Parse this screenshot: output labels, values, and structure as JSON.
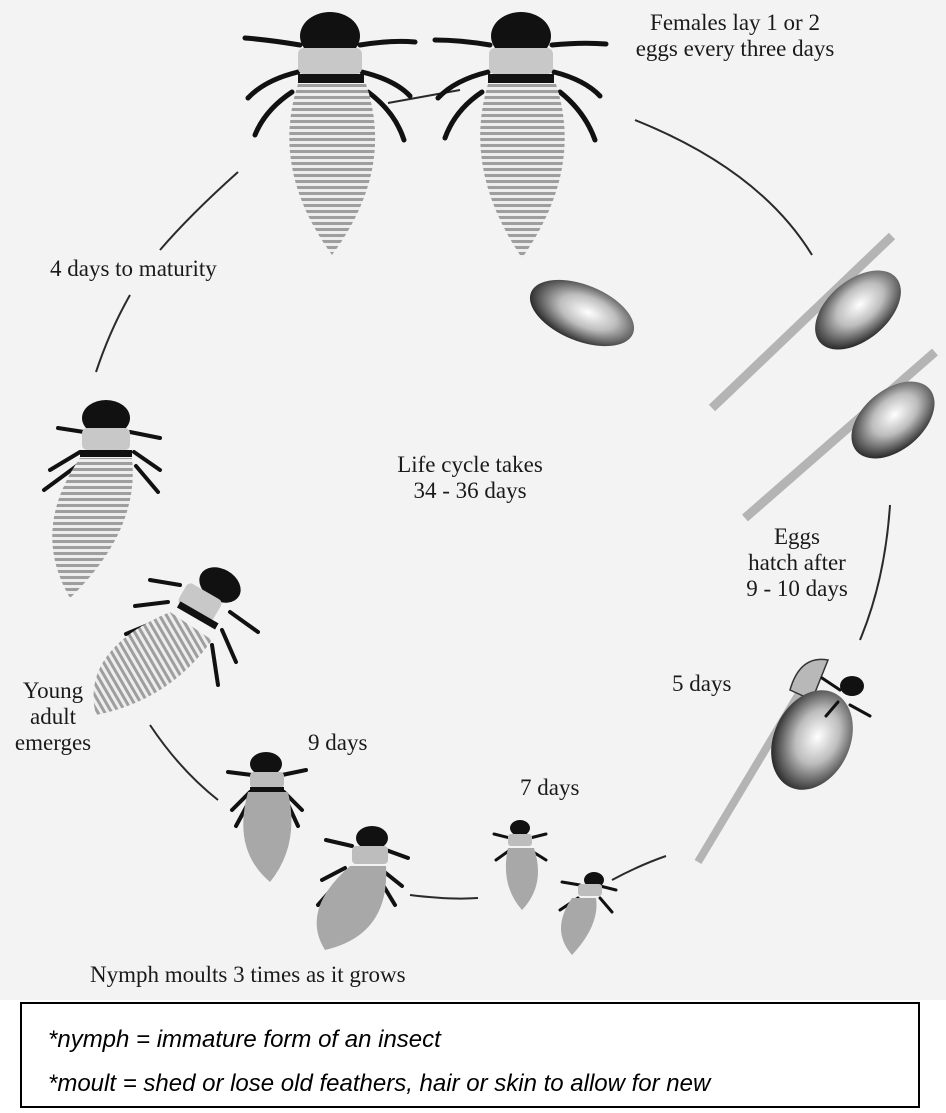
{
  "labels": {
    "females_lay": [
      "Females lay 1 or 2",
      "eggs every three days"
    ],
    "maturity": "4 days to maturity",
    "cycle": [
      "Life cycle takes",
      "34 - 36 days"
    ],
    "eggs_hatch": [
      "Eggs",
      "hatch after",
      "9 - 10 days"
    ],
    "five_days": "5 days",
    "seven_days": "7 days",
    "nine_days": "9 days",
    "young_adult": [
      "Young",
      "adult",
      "emerges"
    ],
    "nymph_moults": "Nymph moults 3 times as it grows"
  },
  "legend": [
    "*nymph = immature form of an insect",
    "*moult = shed or lose old feathers, hair or skin to allow for new"
  ]
}
